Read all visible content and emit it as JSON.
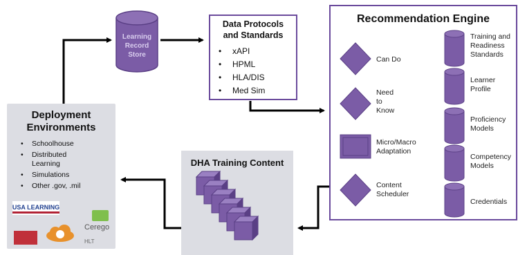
{
  "lrs": {
    "label_lines": [
      "Learning",
      "Record",
      "Store"
    ]
  },
  "protocols": {
    "title_lines": [
      "Data Protocols",
      "and Standards"
    ],
    "items": [
      "xAPI",
      "HPML",
      "HLA/DIS",
      "Med Sim"
    ]
  },
  "engine": {
    "title": "Recommendation Engine",
    "left_items": [
      {
        "label_lines": [
          "Can Do"
        ]
      },
      {
        "label_lines": [
          "Need",
          "to",
          "Know"
        ]
      },
      {
        "label_lines": [
          "Micro/Macro",
          "Adaptation"
        ]
      },
      {
        "label_lines": [
          "Content",
          "Scheduler"
        ]
      }
    ],
    "right_items": [
      {
        "label_lines": [
          "Training and",
          "Readiness",
          "Standards"
        ]
      },
      {
        "label_lines": [
          "Learner",
          "Profile"
        ]
      },
      {
        "label_lines": [
          "Proficiency",
          "Models"
        ]
      },
      {
        "label_lines": [
          "Competency",
          "Models"
        ]
      },
      {
        "label_lines": [
          "Credentials"
        ]
      }
    ]
  },
  "deployment": {
    "title_lines": [
      "Deployment",
      "Environments"
    ],
    "items": [
      "Schoolhouse",
      "Distributed Learning",
      "Simulations",
      "Other .gov, .mil"
    ]
  },
  "dha": {
    "title": "DHA Training Content"
  },
  "logos": {
    "usa_learning": "USA LEARNING",
    "cerego": "Cerego",
    "hlt": "HLT"
  },
  "colors": {
    "purple_fill": "#7b5ca6",
    "purple_dark": "#5a3f85",
    "border": "#6a4a9c",
    "panel_gray": "#dcdde3"
  }
}
